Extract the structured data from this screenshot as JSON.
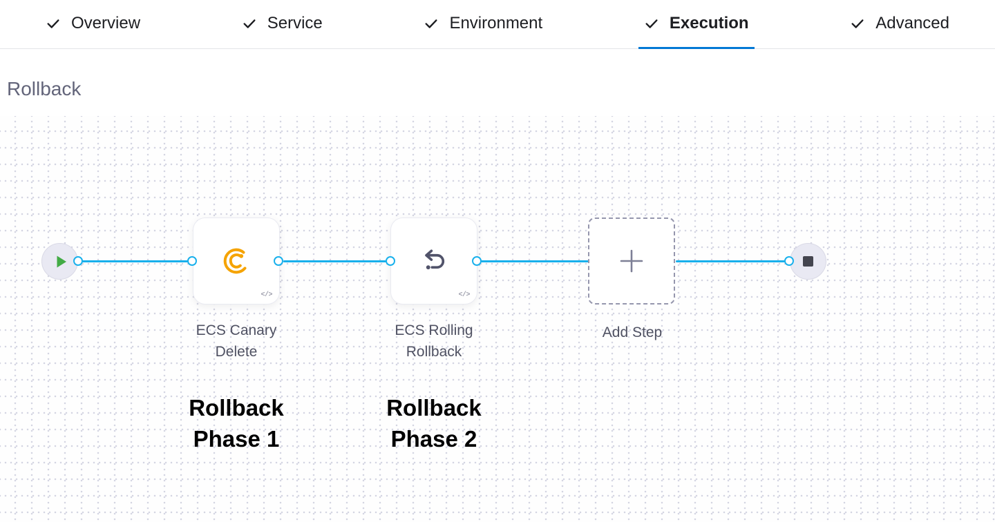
{
  "tabs": {
    "items": [
      {
        "label": "Overview",
        "active": false
      },
      {
        "label": "Service",
        "active": false
      },
      {
        "label": "Environment",
        "active": false
      },
      {
        "label": "Execution",
        "active": true
      },
      {
        "label": "Advanced",
        "active": false
      }
    ]
  },
  "section": {
    "title": "Rollback"
  },
  "pipeline": {
    "start_node": {
      "icon": "play-icon"
    },
    "end_node": {
      "icon": "stop-icon"
    },
    "steps": [
      {
        "name": "ECS Canary Delete",
        "annotation": "Rollback Phase 1",
        "icon": "ecs-canary-delete-icon",
        "code_badge": "</>"
      },
      {
        "name": "ECS Rolling Rollback",
        "annotation": "Rollback Phase 2",
        "icon": "ecs-rolling-rollback-icon",
        "code_badge": "</>"
      }
    ],
    "add_step_label": "Add Step"
  },
  "colors": {
    "active_tab_underline": "#0278d5",
    "connector_blue": "#18b0ec",
    "play_green": "#42ab45",
    "stop_gray": "#44454f",
    "canary_orange": "#f5a300",
    "rollback_icon_gray": "#51536a"
  }
}
